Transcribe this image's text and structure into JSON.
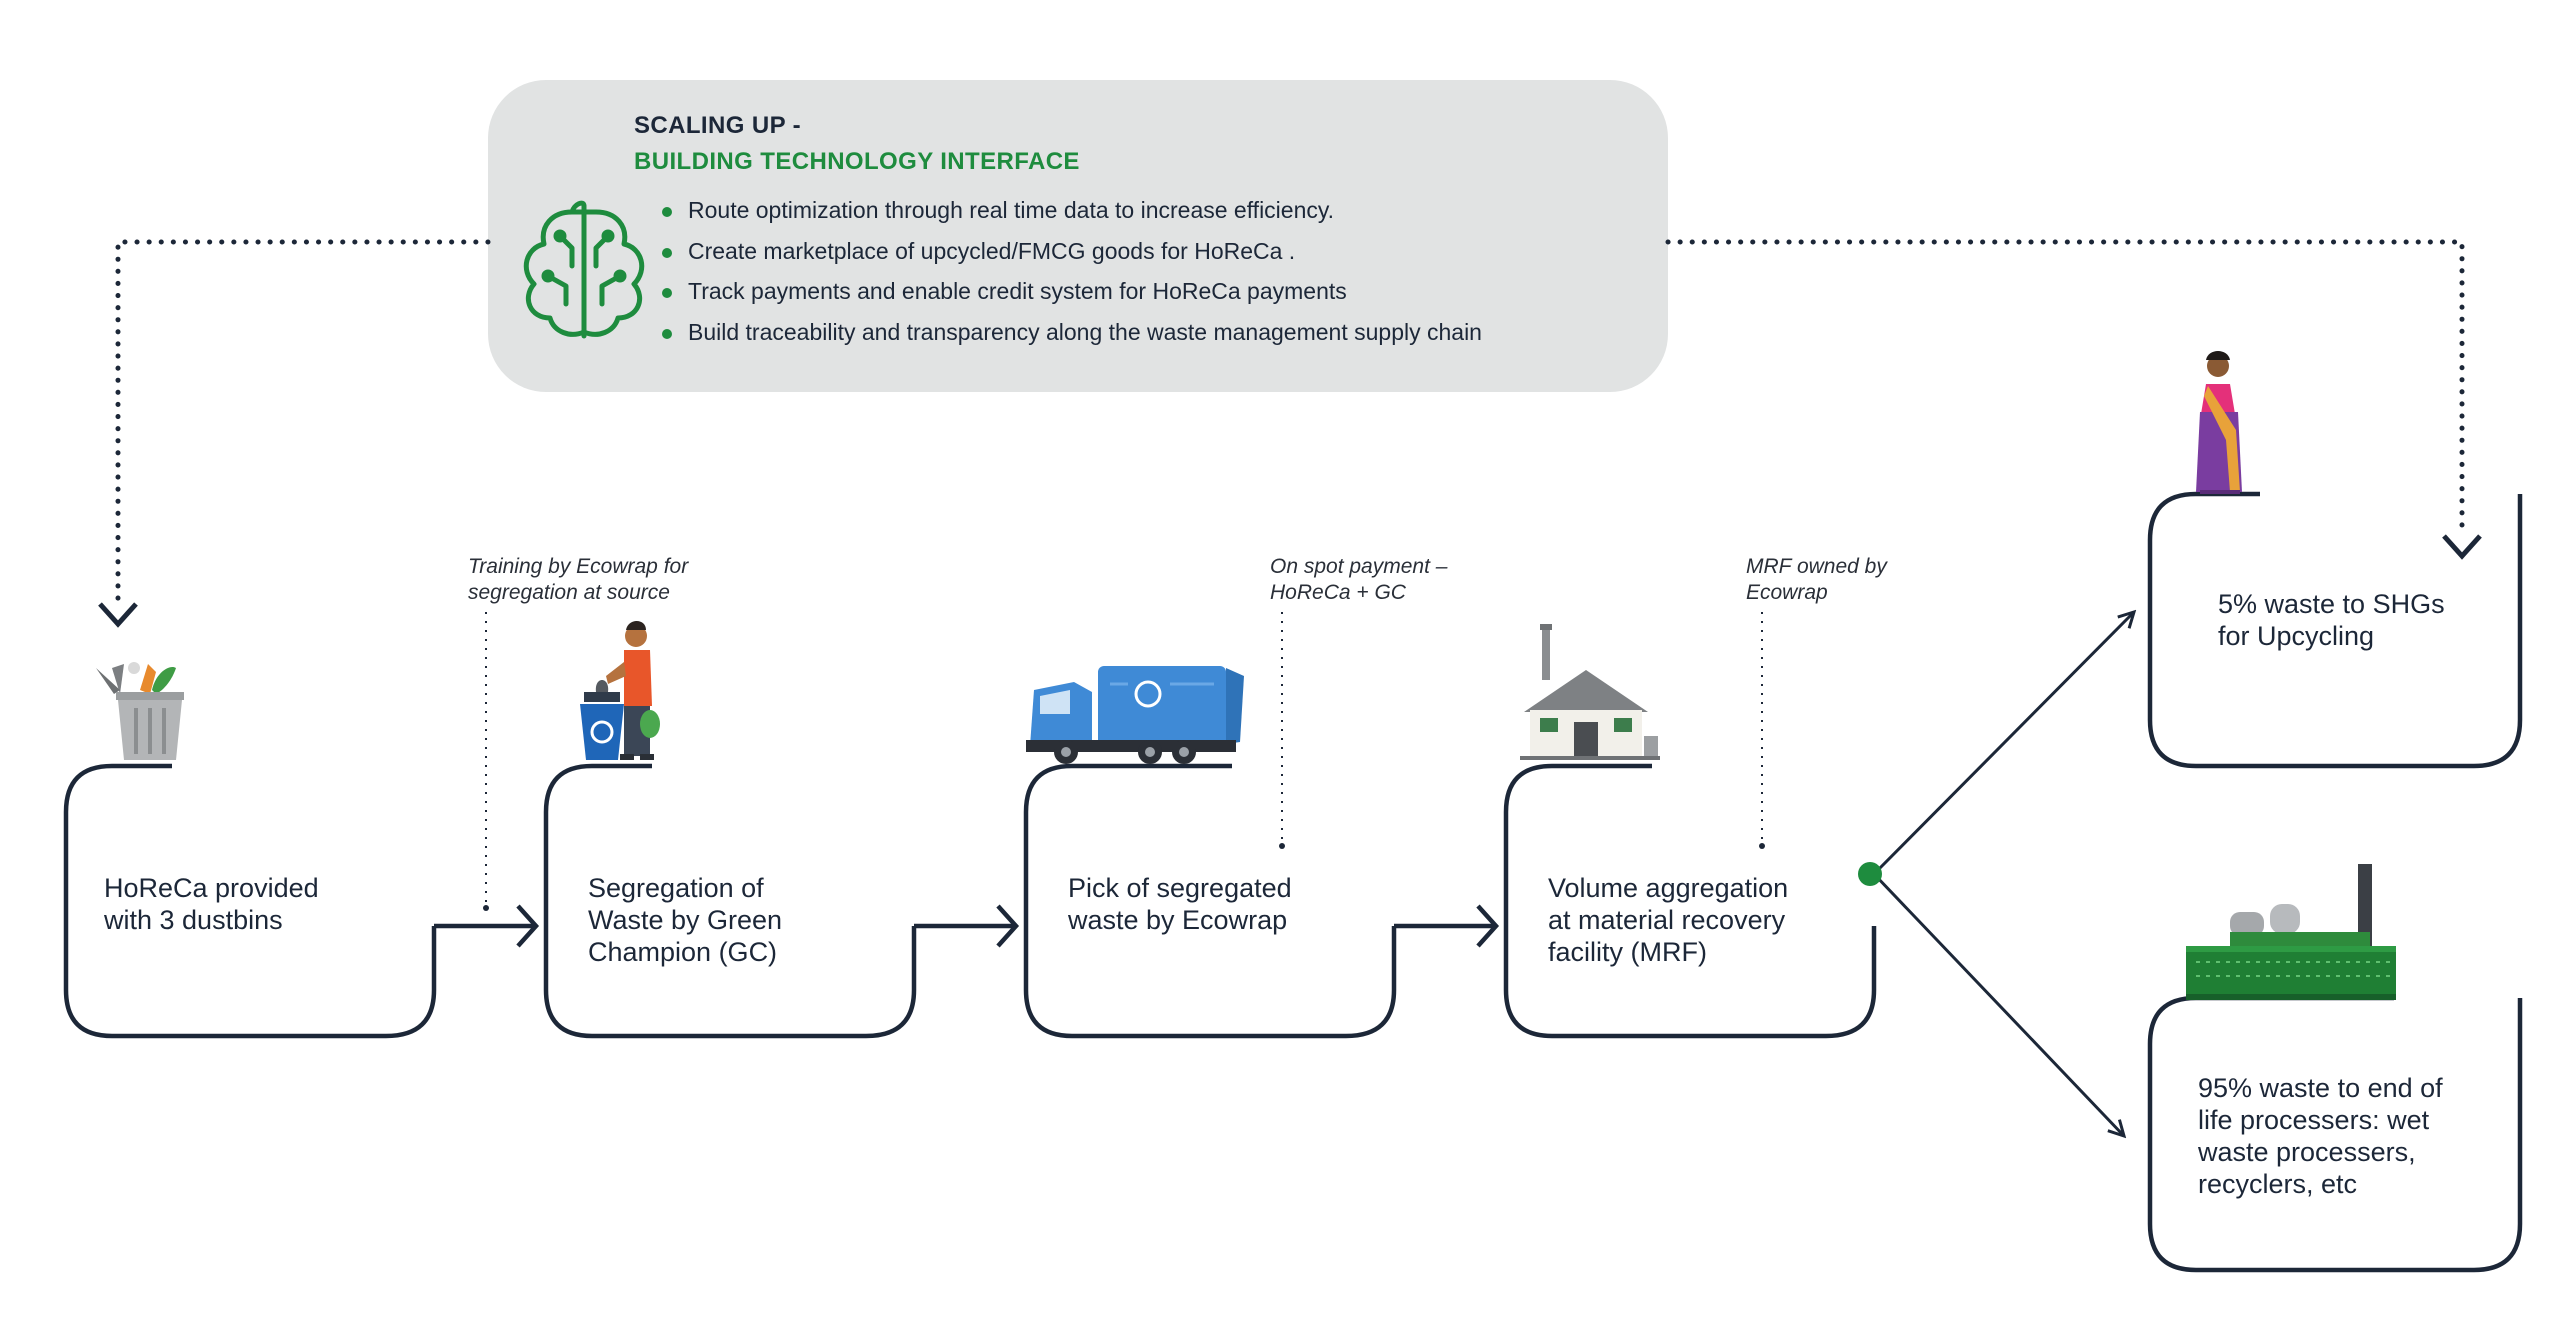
{
  "panel": {
    "title_line1": "SCALING UP -",
    "title_line2": "BUILDING TECHNOLOGY INTERFACE",
    "bullets": [
      "Route optimization through real time data to increase efficiency.",
      "Create marketplace of upcycled/FMCG goods for HoReCa .",
      "Track  payments and enable credit system for HoReCa payments",
      "Build traceability and transparency along the waste management supply chain"
    ],
    "icon": "brain-circuit-icon"
  },
  "steps": [
    {
      "line1": "HoReCa provided",
      "line2": "with 3 dustbins",
      "line3": "",
      "icon": "dustbin-icon"
    },
    {
      "line1": "Segregation of",
      "line2": "Waste by Green",
      "line3": "Champion (GC)",
      "icon": "worker-with-bin-icon"
    },
    {
      "line1": "Pick of segregated",
      "line2": "waste by Ecowrap",
      "line3": "",
      "icon": "garbage-truck-icon"
    },
    {
      "line1": "Volume aggregation",
      "line2": "at material recovery",
      "line3": "facility (MRF)",
      "icon": "factory-building-icon"
    }
  ],
  "notes": [
    {
      "line1": "Training by Ecowrap for",
      "line2": "segregation at source"
    },
    {
      "line1": "On spot payment –",
      "line2": "HoReCa + GC"
    },
    {
      "line1": "MRF owned by",
      "line2": "Ecowrap"
    }
  ],
  "outcomes": [
    {
      "line1": "5% waste to SHGs",
      "line2": "for Upcycling",
      "line3": "",
      "line4": "",
      "icon": "woman-in-saree-icon"
    },
    {
      "line1": "95% waste to end of",
      "line2": "life processers: wet",
      "line3": "waste processers,",
      "line4": "recyclers,  etc",
      "icon": "processing-plant-icon"
    }
  ],
  "colors": {
    "navy": "#1c2738",
    "green": "#1e8c3e",
    "panel_bg": "#e1e3e3"
  }
}
